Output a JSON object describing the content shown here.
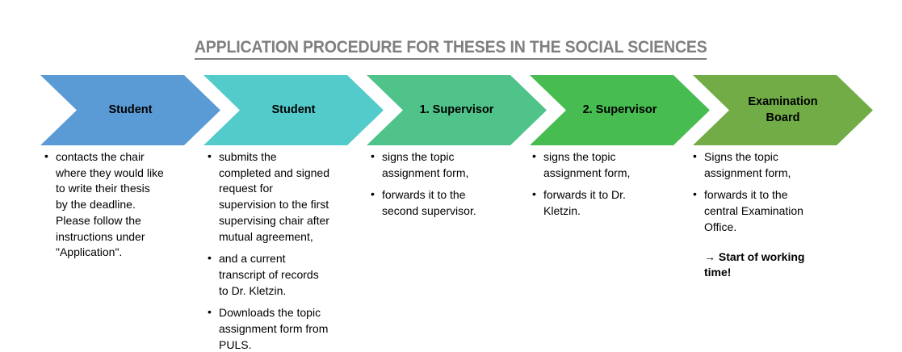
{
  "title": "APPLICATION PROCEDURE FOR THESES IN THE SOCIAL SCIENCES",
  "title_color": "#7F7F7F",
  "bullet_char": "•",
  "steps": [
    {
      "label": "Student",
      "color": "#5B9BD5",
      "bullets": [
        [
          "contacts the chair",
          "where they would like",
          "to write their thesis",
          "by the deadline.",
          "Please follow the",
          "instructions under",
          "\"Application\"."
        ]
      ]
    },
    {
      "label": "Student",
      "color": "#53CBCB",
      "bullets": [
        [
          " submits the",
          "completed and signed",
          "request for",
          "supervision to the first",
          "supervising chair after",
          "mutual agreement,"
        ],
        [
          "and a current",
          "transcript of records",
          "to Dr. Kletzin."
        ],
        [
          "Downloads the topic",
          "assignment form from",
          "PULS."
        ]
      ]
    },
    {
      "label": "1. Supervisor",
      "color": "#4FC38A",
      "bullets": [
        [
          " signs the topic",
          "assignment form,"
        ],
        [
          "forwards it to the",
          "second supervisor."
        ]
      ]
    },
    {
      "label": "2. Supervisor",
      "color": "#47BC51",
      "bullets": [
        [
          "signs the topic",
          "assignment form,"
        ],
        [
          "forwards it to Dr.",
          "Kletzin."
        ]
      ]
    },
    {
      "label": "Examination Board",
      "color": "#71AC47",
      "bullets": [
        [
          " Signs the topic",
          "assignment form,"
        ],
        [
          "forwards it to the",
          "central Examination",
          "Office."
        ]
      ],
      "note": [
        "→ Start of working",
        "time!"
      ]
    }
  ]
}
